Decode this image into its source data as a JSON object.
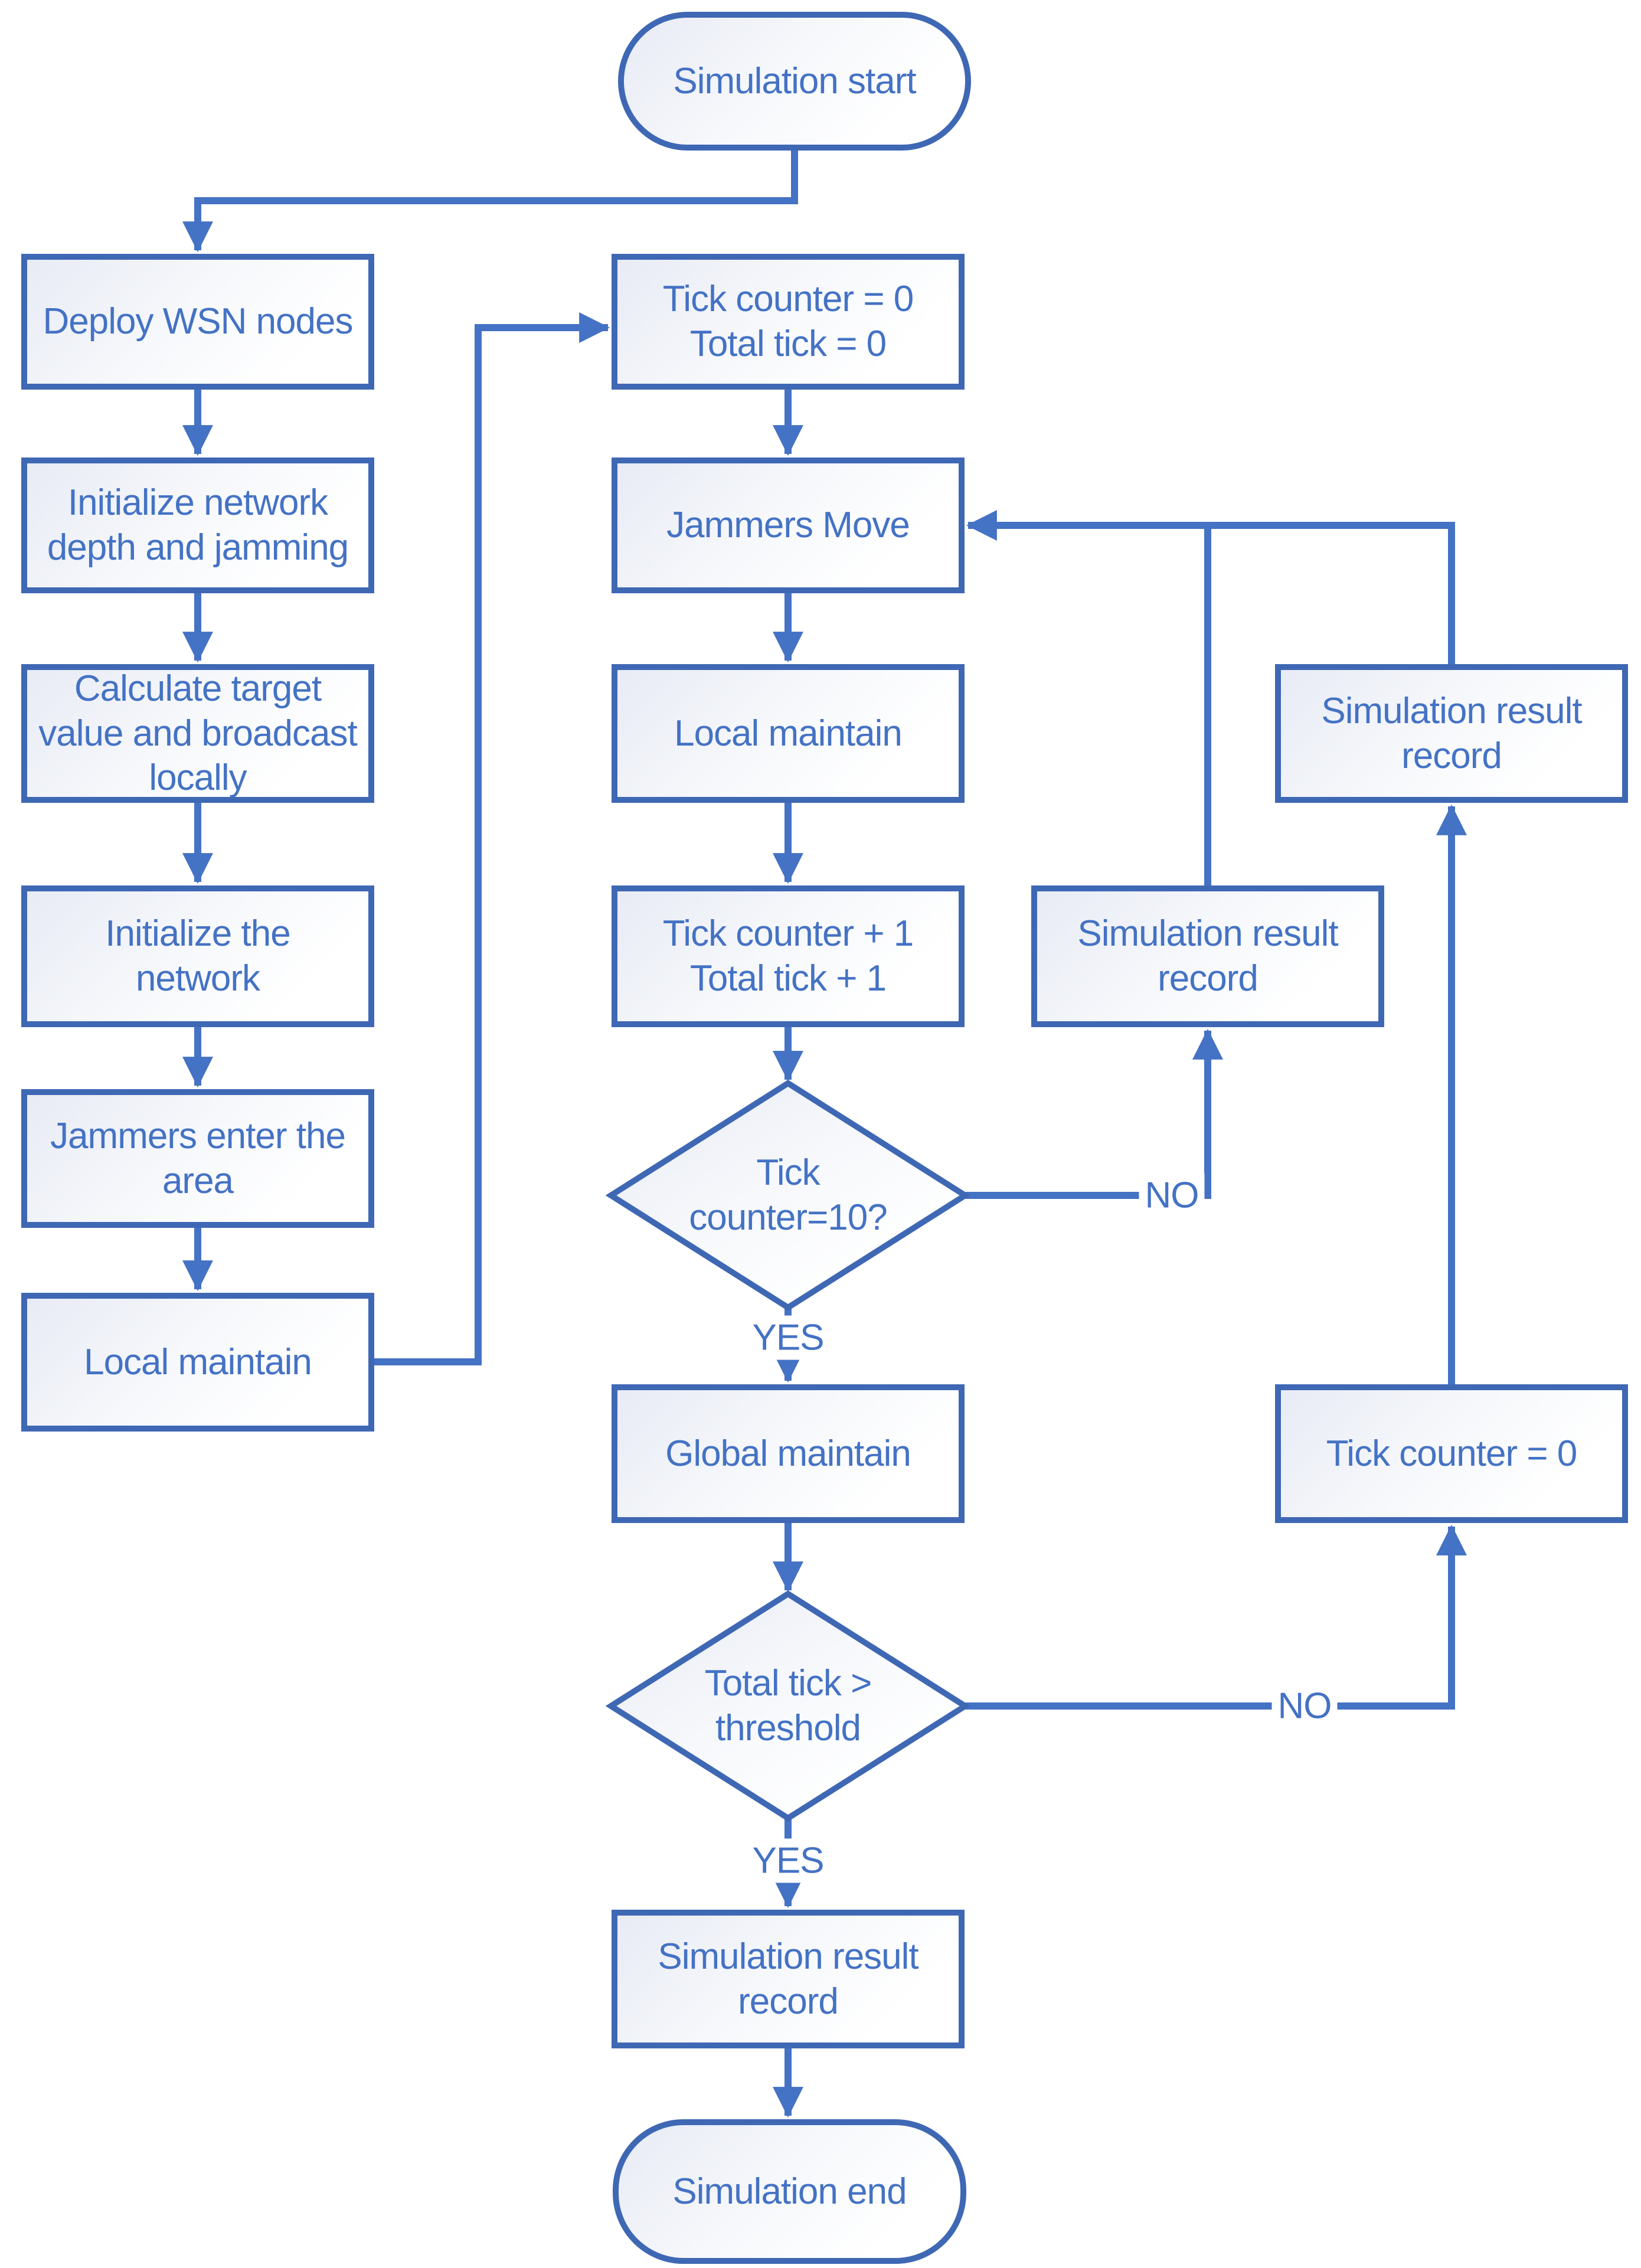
{
  "colors": {
    "accent": "#4472C4",
    "shape_border": "#3F68B4",
    "shape_fill_tint": "#E8EBF5",
    "text": "#4472C4"
  },
  "nodes": {
    "start": {
      "label": "Simulation start"
    },
    "deploy": {
      "label": "Deploy WSN nodes"
    },
    "init_depth": {
      "label": "Initialize network\ndepth and jamming"
    },
    "calc_target": {
      "label": "Calculate target\nvalue and broadcast\nlocally"
    },
    "init_network": {
      "label": "Initialize the\nnetwork"
    },
    "jammers_enter": {
      "label": "Jammers enter the\narea"
    },
    "local_maintain_1": {
      "label": "Local maintain"
    },
    "tick_reset": {
      "label": "Tick counter = 0\nTotal tick = 0"
    },
    "jammers_move": {
      "label": "Jammers Move"
    },
    "local_maintain_2": {
      "label": "Local maintain"
    },
    "tick_increment": {
      "label": "Tick counter + 1\nTotal tick + 1"
    },
    "decision_tick": {
      "label": "Tick\ncounter=10?"
    },
    "global_maintain": {
      "label": "Global maintain"
    },
    "decision_total": {
      "label": "Total tick >\nthreshold"
    },
    "result_record_no": {
      "label": "Simulation result\nrecord"
    },
    "result_record_loop": {
      "label": "Simulation result\nrecord"
    },
    "tick_reset_loop": {
      "label": "Tick counter = 0"
    },
    "result_record_final": {
      "label": "Simulation result\nrecord"
    },
    "end": {
      "label": "Simulation end"
    }
  },
  "edge_labels": {
    "yes_tick": "YES",
    "no_tick": "NO",
    "yes_total": "YES",
    "no_total": "NO"
  }
}
